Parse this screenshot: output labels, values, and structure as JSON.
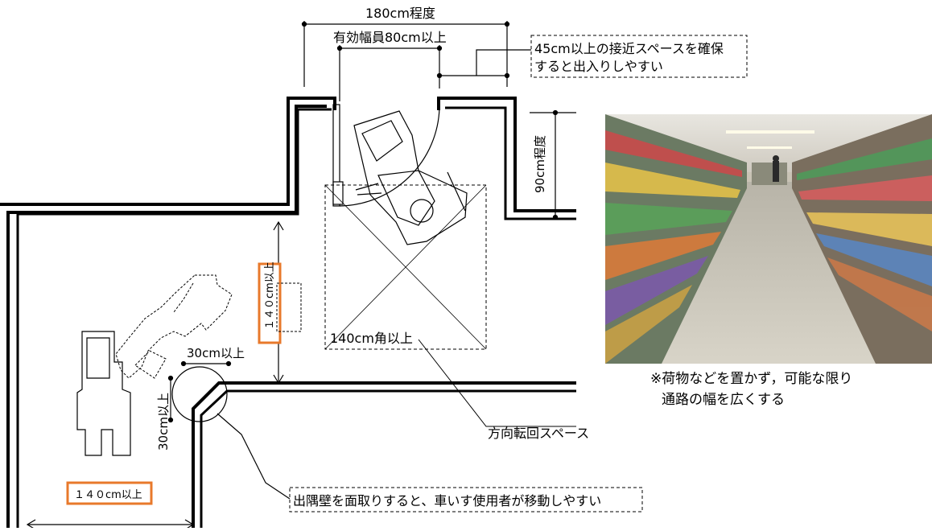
{
  "labels": {
    "width_180": "180cm程度",
    "door_width": "有効幅員80cm以上",
    "approach_note_line1": "45cm以上の接近スペースを確保",
    "approach_note_line2": "すると出入りしやすい",
    "depth_90": "90cm程度",
    "aisle_140_vertical": "１４０cm以上",
    "turn_140": "140cm角以上",
    "chamfer_30_horizontal": "30cm以上",
    "chamfer_30_vertical": "30cm以上",
    "turn_space": "方向転回スペース",
    "chamfer_note": "出隅壁を面取りすると、車いす使用者が移動しやすい",
    "aisle_140_horizontal": "１４０cm以上"
  },
  "photo": {
    "subject": "supermarket-aisle-photo",
    "caption_line1": "※荷物などを置かず，可能な限り",
    "caption_line2": "通路の幅を広くする"
  },
  "colors": {
    "highlight": "#e8792b",
    "line": "#000000"
  }
}
